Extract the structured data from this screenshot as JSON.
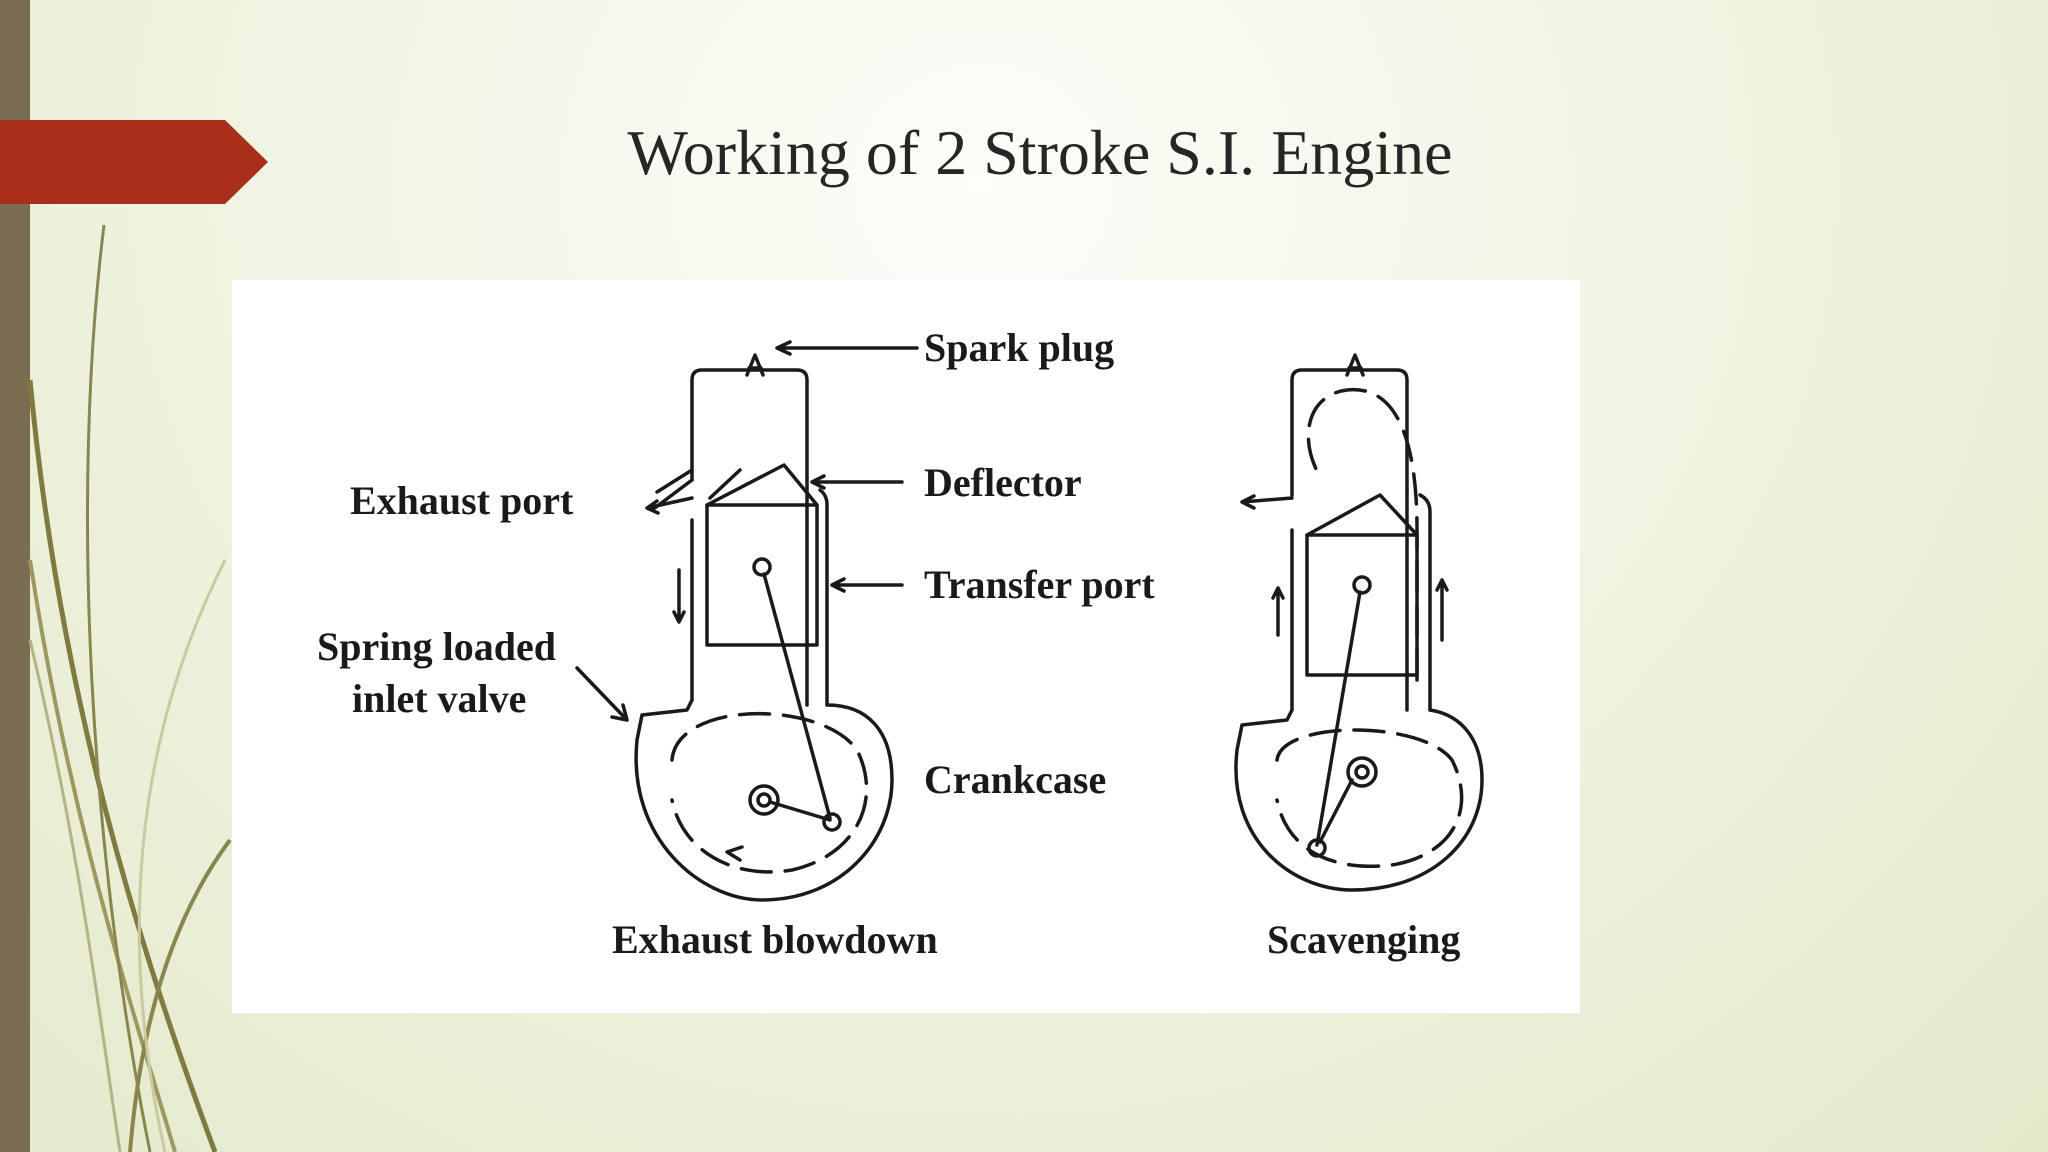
{
  "slide": {
    "title": "Working of 2 Stroke S.I. Engine"
  },
  "diagram": {
    "labels": {
      "spark_plug": "Spark plug",
      "deflector": "Deflector",
      "exhaust_port": "Exhaust port",
      "transfer_port": "Transfer port",
      "inlet_valve_line1": "Spring loaded",
      "inlet_valve_line2": "inlet valve",
      "crankcase": "Crankcase"
    },
    "captions": {
      "left": "Exhaust blowdown",
      "right": "Scavenging"
    }
  },
  "theme": {
    "accent": "#a8301a",
    "band": "#7a6d52",
    "grass": "#8f8a4a"
  }
}
